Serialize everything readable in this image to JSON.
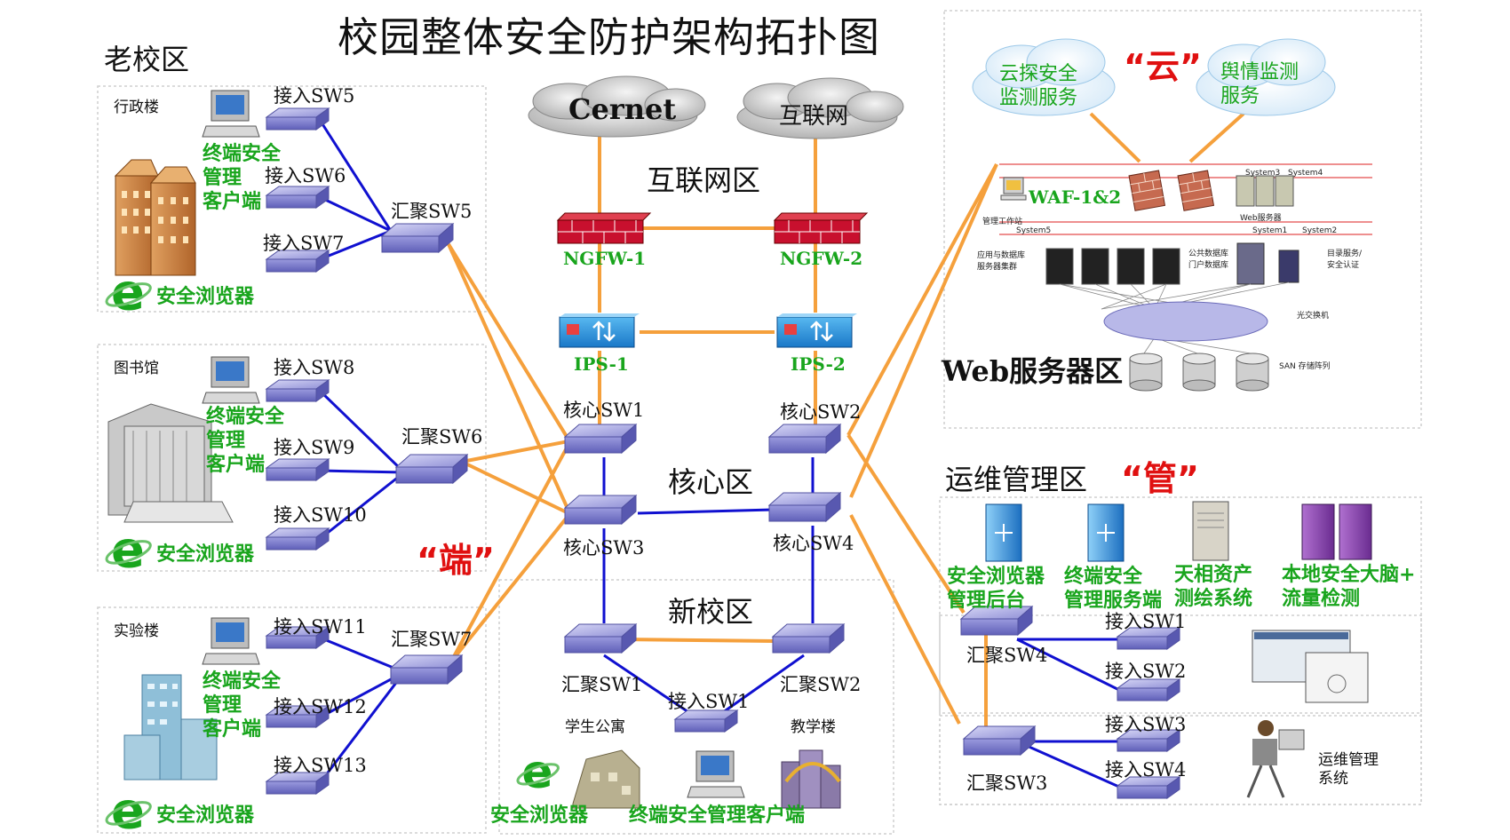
{
  "title": "校园整体安全防护架构拓扑图",
  "zones": {
    "old_campus": "老校区",
    "internet_zone": "互联网区",
    "core_zone": "核心区",
    "new_campus": "新校区",
    "web_zone": "Web服务器区",
    "ops_zone": "运维管理区"
  },
  "slogans": {
    "cloud": "“云”",
    "end": "“端”",
    "manage": "“管”"
  },
  "buildings": {
    "admin": "行政楼",
    "library": "图书馆",
    "lab": "实验楼",
    "dorm": "学生公寓",
    "teaching": "教学楼"
  },
  "clouds": {
    "cernet": "Cernet",
    "internet": "互联网"
  },
  "security": {
    "ngfw1": "NGFW-1",
    "ngfw2": "NGFW-2",
    "ips1": "IPS-1",
    "ips2": "IPS-2",
    "waf": "WAF-1&2"
  },
  "switches": {
    "core1": "核心SW1",
    "core2": "核心SW2",
    "core3": "核心SW3",
    "core4": "核心SW4",
    "agg1": "汇聚SW1",
    "agg2": "汇聚SW2",
    "agg3": "汇聚SW3",
    "agg4": "汇聚SW4",
    "agg5": "汇聚SW5",
    "agg6": "汇聚SW6",
    "agg7": "汇聚SW7",
    "acc5": "接入SW5",
    "acc6": "接入SW6",
    "acc7": "接入SW7",
    "acc8": "接入SW8",
    "acc9": "接入SW9",
    "acc10": "接入SW10",
    "acc11": "接入SW11",
    "acc12": "接入SW12",
    "acc13": "接入SW13",
    "acc1_new": "接入SW1",
    "ops_acc1": "接入SW1",
    "ops_acc2": "接入SW2",
    "ops_acc3": "接入SW3",
    "ops_acc4": "接入SW4"
  },
  "clients": {
    "endpoint_client_l1": "终端安全",
    "endpoint_client_l2": "管理",
    "endpoint_client_l3": "客户端",
    "browser": "安全浏览器",
    "endpoint_client_full": "终端安全管理客户端"
  },
  "cloud_services": {
    "probe_l1": "云探安全",
    "probe_l2": "监测服务",
    "opinion_l1": "舆情监测",
    "opinion_l2": "服务"
  },
  "web_area": {
    "mgmt_station": "管理工作站",
    "web_server": "Web服务器",
    "system1": "System1",
    "system2": "System2",
    "system3": "System3",
    "system4": "System4",
    "system5": "System5",
    "app_cluster_l1": "应用与数据库",
    "app_cluster_l2": "服务器集群",
    "public_db_l1": "公共数据库",
    "public_db_l2": "门户数据库",
    "dir_service_l1": "目录服务/",
    "dir_service_l2": "安全认证",
    "optical_switch": "光交换机",
    "san": "SAN  存储阵列"
  },
  "ops_area": {
    "browser_backend_l1": "安全浏览器",
    "browser_backend_l2": "管理后台",
    "endpoint_server_l1": "终端安全",
    "endpoint_server_l2": "管理服务端",
    "tianxiang_l1": "天相资产",
    "tianxiang_l2": "测绘系统",
    "brain_l1": "本地安全大脑+",
    "brain_l2": "流量检测",
    "ops_system_l1": "运维管理",
    "ops_system_l2": "系统"
  },
  "colors": {
    "orange_link": "#f5a03c",
    "blue_link": "#1010d0",
    "green_text": "#19a51d",
    "red_slogan": "#e01010",
    "switch_top": "#b3b3e6",
    "firewall_red": "#c8102e"
  }
}
